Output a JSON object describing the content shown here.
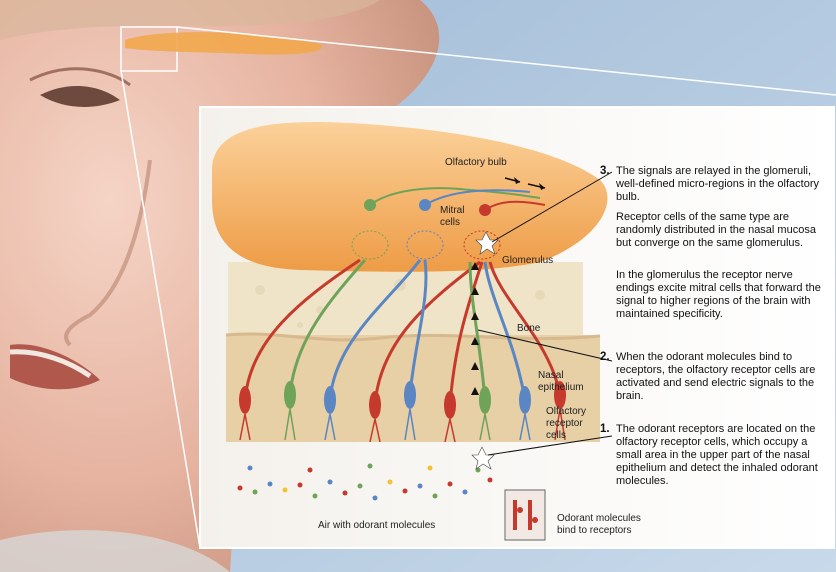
{
  "labels": {
    "olfactory_bulb": "Olfactory bulb",
    "mitral_cells": "Mitral\ncells",
    "glomerulus": "Glomerulus",
    "bone": "Bone",
    "nasal_epithelium": "Nasal\nepithelium",
    "olfactory_receptor_cells": "Olfactory\nreceptor\ncells",
    "air_with_odorant": "Air with odorant molecules",
    "odorant_bind": "Odorant molecules\nbind to receptors"
  },
  "steps": [
    {
      "number": "3.",
      "text": "The signals are relayed in the glomeruli, well-defined micro-regions in the olfactory bulb."
    },
    {
      "number": "2.",
      "text": "When the odorant molecules bind to receptors, the olfactory receptor cells are activated and send electric signals to the brain."
    },
    {
      "number": "1.",
      "text": "The odorant receptors are located on the olfactory receptor cells, which occupy a small area in the upper part of the nasal epithelium and detect the inhaled odorant molecules."
    }
  ],
  "notes": [
    "Receptor cells of the same type are randomly distributed in the nasal mucosa but converge on the same glomerulus.",
    "In the glomerulus the receptor nerve endings excite mitral cells that forward the signal to higher regions of the brain with maintained specificity."
  ],
  "colors": {
    "sky": "#a9c4df",
    "skin": "#e9b9a8",
    "bulb": "#f3b46b",
    "bone": "#efe4c8",
    "epithelium": "#e7cfa6",
    "red_cell": "#c63a2e",
    "blue_cell": "#5a86c4",
    "green_cell": "#6fa35a"
  }
}
